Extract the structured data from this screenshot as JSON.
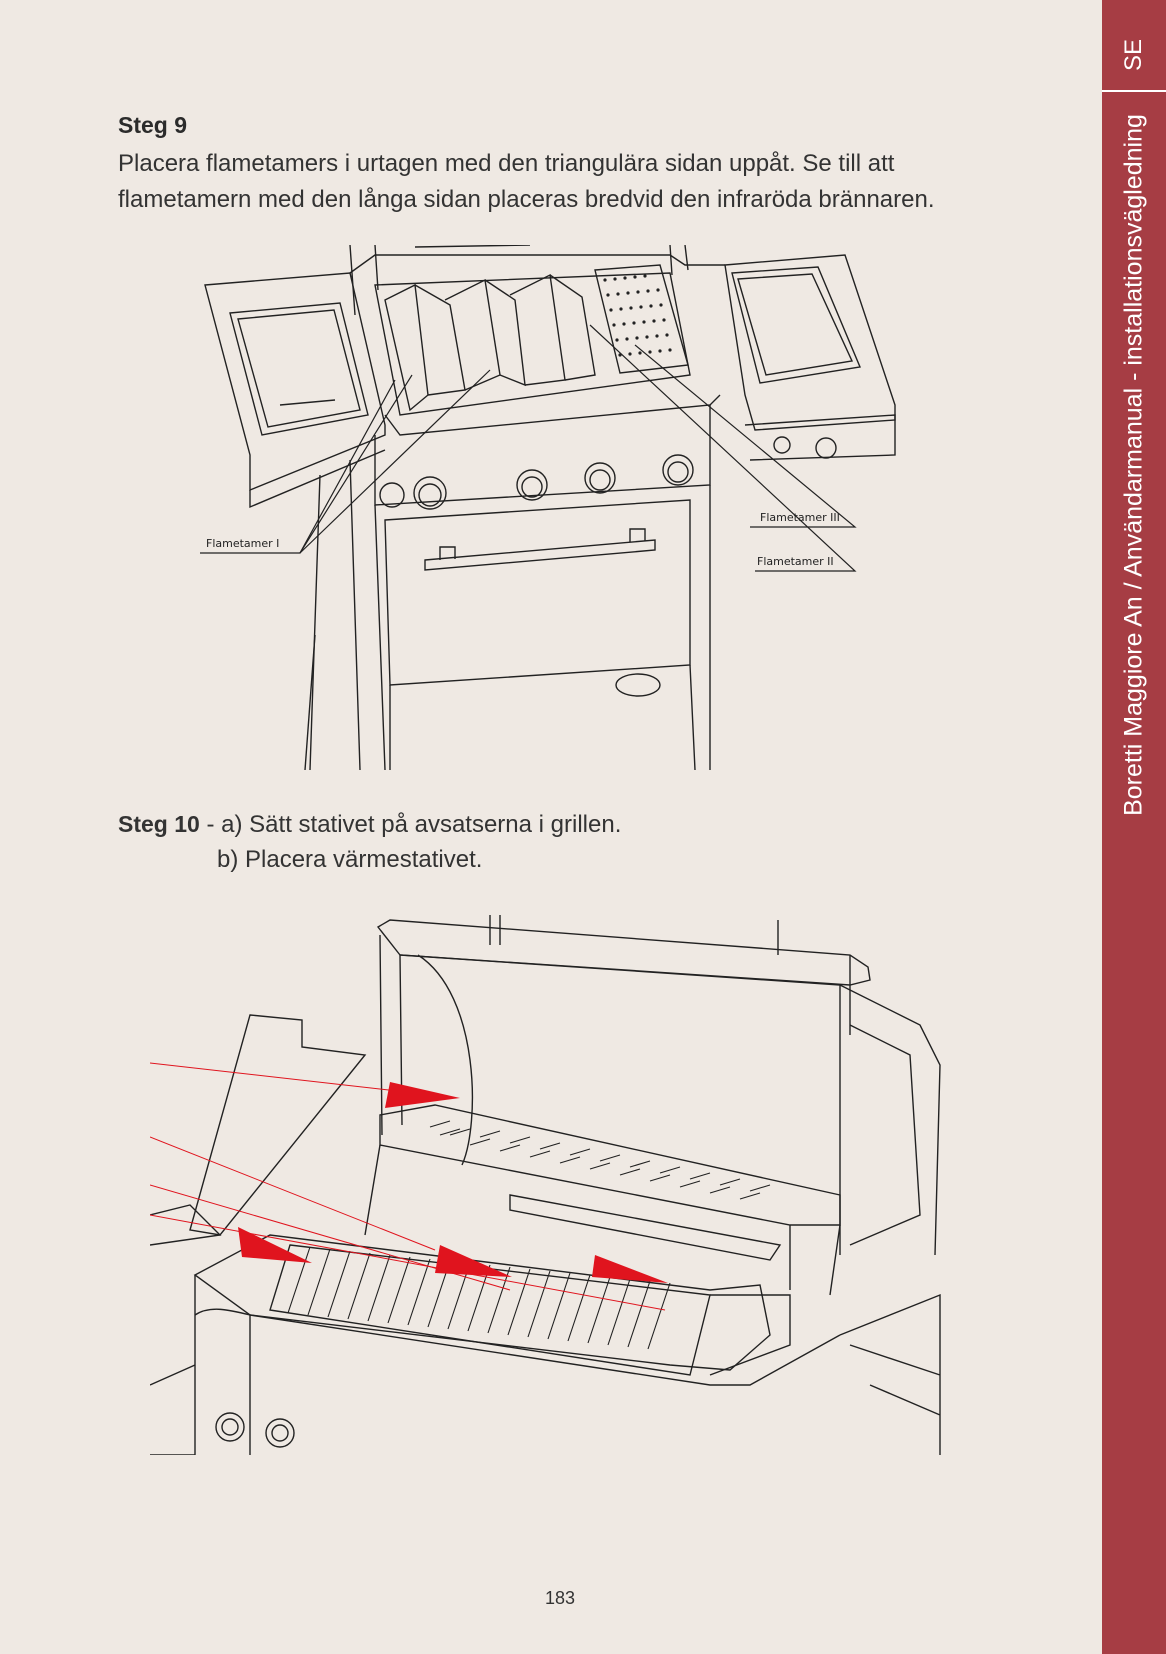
{
  "sidebar": {
    "lang": "SE",
    "title": "Boretti Maggiore An / Användarmanual - installationsvägledning"
  },
  "step9": {
    "heading": "Steg 9",
    "line1": "Placera flametamers i urtagen med den triangulära sidan uppåt. Se till att",
    "line2": "flametamern med den långa sidan placeras bredvid den infraröda brännaren.",
    "callouts": {
      "flametamer_1": "Flametamer I",
      "flametamer_2": "Flametamer II",
      "flametamer_3": "Flametamer III"
    }
  },
  "step10": {
    "heading": "Steg 10",
    "line_a": "- a) Sätt stativet på avsatserna i grillen.",
    "line_b": "b) Placera värmestativet."
  },
  "page_number": "183",
  "colors": {
    "accent": "#a63d44",
    "background": "#efe9e3",
    "arrow": "#e0141e"
  }
}
